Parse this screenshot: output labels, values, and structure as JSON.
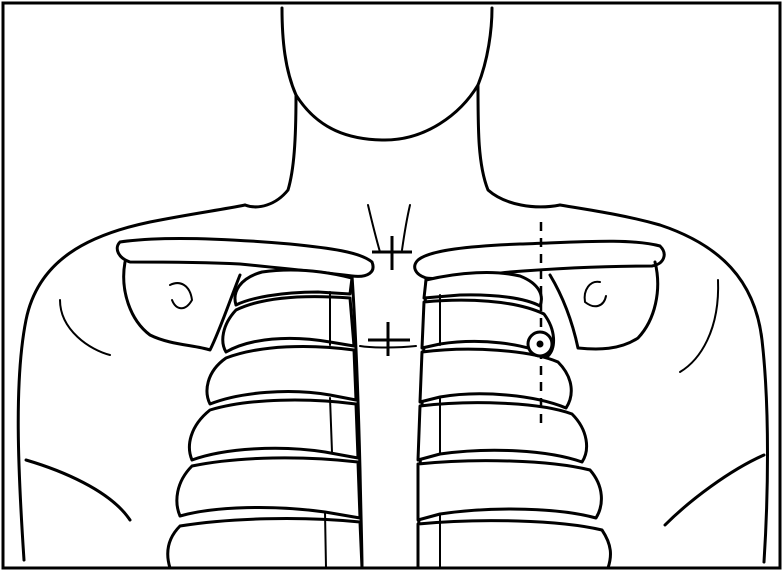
{
  "figure": {
    "colors": {
      "ink": "#000000",
      "paper": "#ffffff"
    },
    "landmarks": [
      {
        "name": "suprasternal-notch",
        "symbol": "cross"
      },
      {
        "name": "sternal-angle",
        "symbol": "cross"
      },
      {
        "name": "apex-point",
        "symbol": "circle-dot"
      },
      {
        "name": "midclavicular-line",
        "symbol": "dashed-line"
      }
    ]
  }
}
